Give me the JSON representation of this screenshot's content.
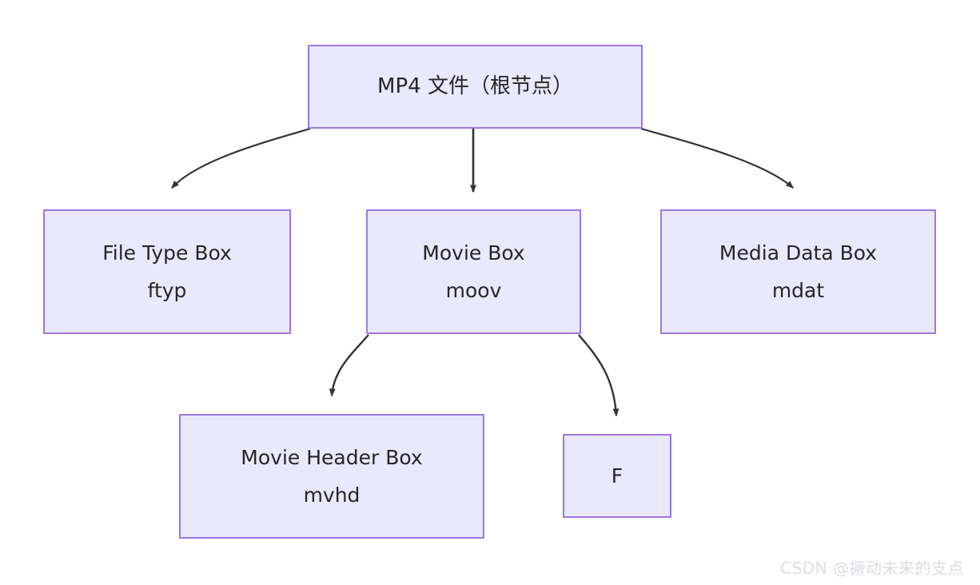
{
  "diagram": {
    "type": "tree-flowchart",
    "title_node": "MP4 文件（根节点）",
    "colors": {
      "node_fill": "#E9E8FC",
      "node_border": "#9D77E0",
      "edge_stroke": "#333333",
      "text": "#262626",
      "background": "#FFFFFF",
      "watermark": "#DCDCE2"
    },
    "nodes": [
      {
        "id": "root",
        "line1": "MP4 文件（根节点）",
        "line2": ""
      },
      {
        "id": "ftyp",
        "line1": "File Type Box",
        "line2": "ftyp"
      },
      {
        "id": "moov",
        "line1": "Movie Box",
        "line2": "moov"
      },
      {
        "id": "mdat",
        "line1": "Media Data Box",
        "line2": "mdat"
      },
      {
        "id": "mvhd",
        "line1": "Movie Header Box",
        "line2": "mvhd"
      },
      {
        "id": "f",
        "line1": "F",
        "line2": ""
      }
    ],
    "edges": [
      {
        "from": "root",
        "to": "ftyp",
        "style": "curved-arrow"
      },
      {
        "from": "root",
        "to": "moov",
        "style": "straight-arrow"
      },
      {
        "from": "root",
        "to": "mdat",
        "style": "curved-arrow"
      },
      {
        "from": "moov",
        "to": "mvhd",
        "style": "curved-arrow"
      },
      {
        "from": "moov",
        "to": "f",
        "style": "curved-arrow"
      }
    ]
  },
  "watermark": {
    "text": "CSDN @撅动未来的支点"
  }
}
